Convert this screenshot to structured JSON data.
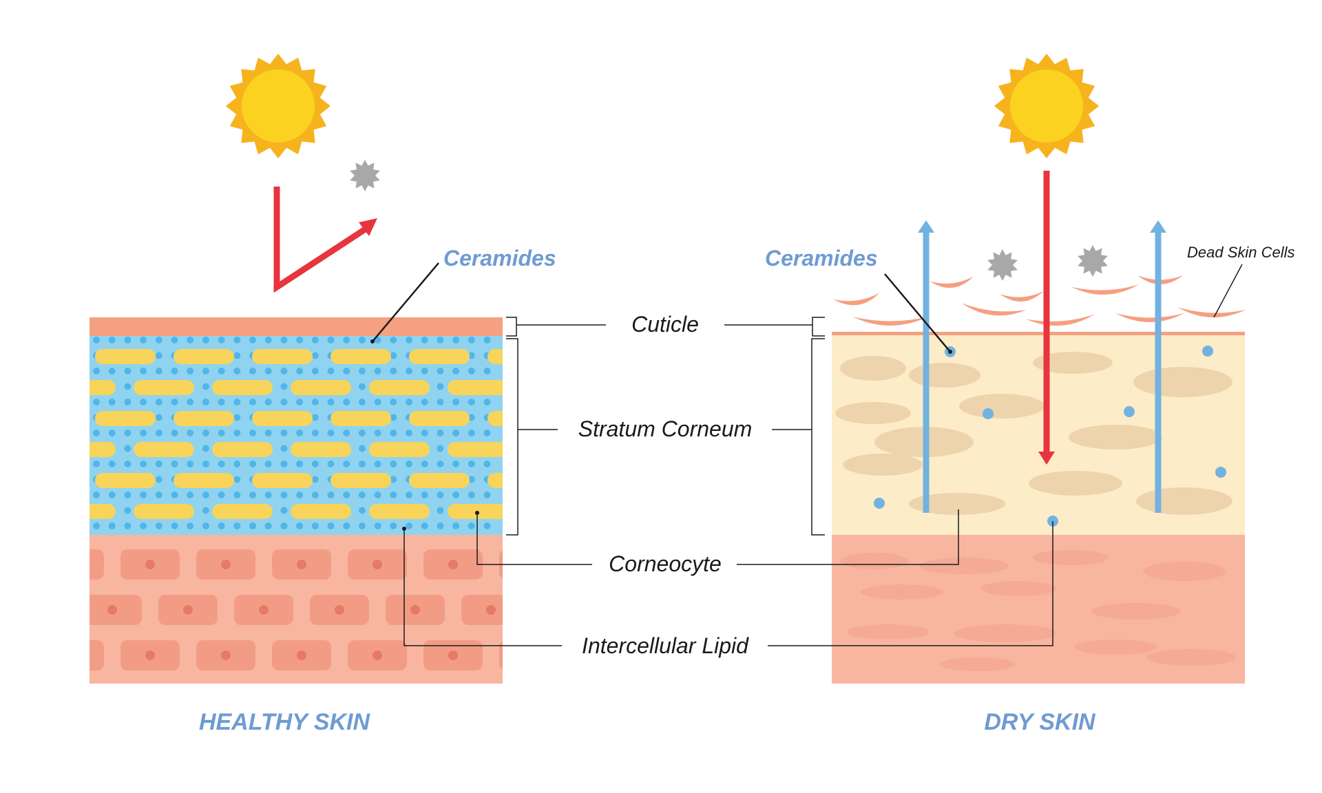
{
  "labels": {
    "cuticle": "Cuticle",
    "stratum_corneum": "Stratum Corneum",
    "corneocyte": "Corneocyte",
    "intercellular_lipid": "Intercellular Lipid"
  },
  "left_panel": {
    "ceramides_label": "Ceramides",
    "caption": "HEALTHY SKIN"
  },
  "right_panel": {
    "ceramides_label": "Ceramides",
    "dead_cells_label": "Dead Skin Cells",
    "caption": "DRY SKIN"
  },
  "icons": [
    "sun-icon",
    "pollutant-particle-icon",
    "uv-ray-arrow-icon",
    "moisture-loss-arrow-icon"
  ],
  "colors": {
    "label_blue": "#6f9bd1",
    "text_dark": "#1a1a1a",
    "sun_outer": "#f6b31e",
    "sun_inner": "#fbd21f",
    "uv_red": "#e8343f",
    "moisture_blue": "#72b2e0",
    "cuticle": "#f5a080",
    "lipid_blue": "#8fd3f0",
    "lipid_dot": "#52b5e8",
    "corneocyte_yellow": "#f8d45a",
    "epidermis": "#f8b6a0",
    "epidermis_cell": "#f29c86",
    "dry_layer": "#fdecc8",
    "dry_cell": "#edd4ad",
    "particle_gray": "#a8a8a8"
  }
}
